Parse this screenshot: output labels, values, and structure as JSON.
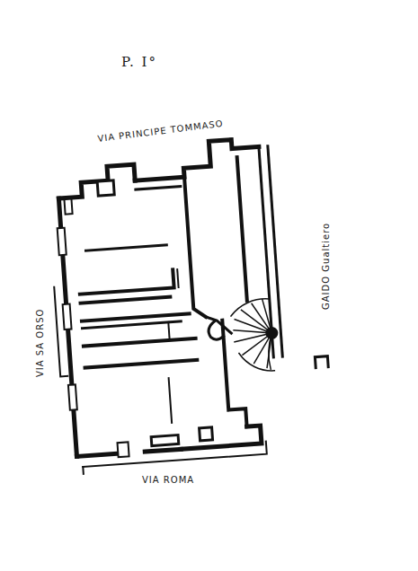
{
  "diagram": {
    "title": "P. I°",
    "labels": [
      "VIA PRINCIPE TOMMASO",
      "GAIDO Gualtiero",
      "VIA SA ORSO",
      "VIA ROMA"
    ]
  }
}
